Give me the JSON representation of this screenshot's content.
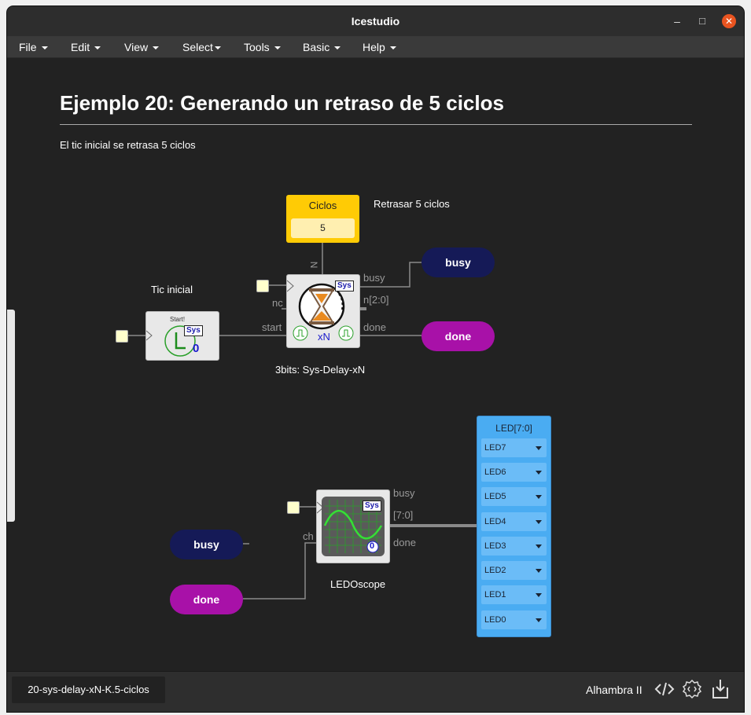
{
  "window": {
    "title": "Icestudio",
    "controls": {
      "minimize": "–",
      "maximize": "□",
      "close": "✕"
    }
  },
  "menu": [
    {
      "label": "File"
    },
    {
      "label": "Edit"
    },
    {
      "label": "View"
    },
    {
      "label": "Select"
    },
    {
      "label": "Tools"
    },
    {
      "label": "Basic"
    },
    {
      "label": "Help"
    }
  ],
  "canvas": {
    "title": "Ejemplo 20: Generando un retraso de 5 ciclos",
    "description": "El tic inicial se retrasa 5 ciclos",
    "comments": {
      "retrasar": "Retrasar 5 ciclos",
      "tic_inicial": "Tic inicial"
    },
    "constant": {
      "name": "Ciclos",
      "value": "5"
    },
    "start_block": {
      "caption": "Start!",
      "badge": "Sys",
      "value": "0"
    },
    "delay_block": {
      "badge": "Sys",
      "caption": "xN",
      "label": "3bits: Sys-Delay-xN",
      "ports": {
        "top": "N",
        "nc": "nc",
        "start": "start",
        "busy": "busy",
        "n": "n[2:0]",
        "done": "done"
      }
    },
    "outputs": [
      {
        "label": "busy",
        "color": "#151a57"
      },
      {
        "label": "done",
        "color": "#a811a8"
      }
    ],
    "scope_block": {
      "badge": "Sys",
      "value": "0",
      "label": "LEDOscope",
      "ports": {
        "ch": "ch",
        "busy": "busy",
        "bus": "[7:0]",
        "done": "done"
      }
    },
    "inputs": [
      {
        "label": "busy",
        "color": "#151a57"
      },
      {
        "label": "done",
        "color": "#a811a8"
      }
    ],
    "led_panel": {
      "title": "LED[7:0]",
      "leds": [
        "LED7",
        "LED6",
        "LED5",
        "LED4",
        "LED3",
        "LED2",
        "LED1",
        "LED0"
      ]
    }
  },
  "statusbar": {
    "file_tab": "20-sys-delay-xN-K.5-ciclos",
    "board": "Alhambra II",
    "icons": [
      "code-icon",
      "collection-icon",
      "download-icon"
    ]
  },
  "colors": {
    "accent": "#e95420",
    "busy": "#151a57",
    "done": "#a811a8",
    "constant": "#ffcb05",
    "led_panel": "#4aacf2"
  }
}
